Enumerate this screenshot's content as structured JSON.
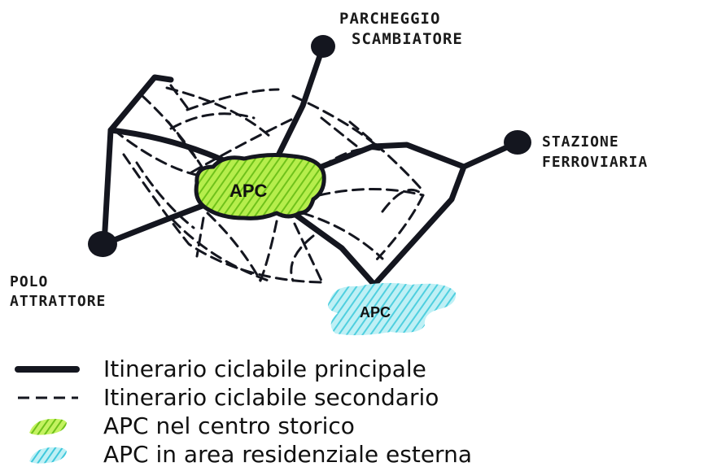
{
  "nodes": {
    "parking": {
      "line1": "PARCHEGGIO",
      "line2": "SCAMBIATORE"
    },
    "station": {
      "line1": "STAZIONE",
      "line2": "FERROVIARIA"
    },
    "attractor": {
      "line1": "POLO",
      "line2": "ATTRATTORE"
    },
    "apc_center": {
      "label": "APC"
    },
    "apc_residential": {
      "label": "APC"
    }
  },
  "legend": {
    "items": [
      {
        "label": "Itinerario ciclabile principale",
        "symbol": "solid-line"
      },
      {
        "label": "Itinerario ciclabile secondario",
        "symbol": "dashed-line"
      },
      {
        "label": "APC nel centro storico",
        "symbol": "green-hatch"
      },
      {
        "label": "APC in area residenziale esterna",
        "symbol": "cyan-hatch"
      }
    ]
  },
  "colors": {
    "line": "#14161f",
    "apc_center": "#8fdc2a",
    "apc_residential": "#79dce8"
  }
}
